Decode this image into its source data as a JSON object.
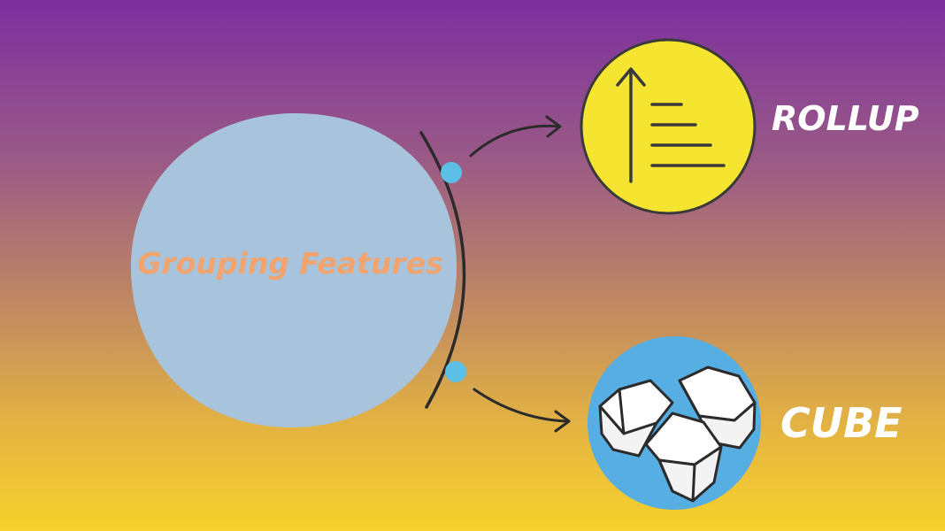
{
  "diagram": {
    "center": {
      "label": "Grouping Features"
    },
    "nodes": [
      {
        "id": "rollup",
        "label": "ROLLUP",
        "icon": "sorted-bars-up-arrow-icon",
        "fill": "#f5e530"
      },
      {
        "id": "cube",
        "label": "CUBE",
        "icon": "cubes-icon",
        "fill": "#56aee3"
      }
    ],
    "colors": {
      "center_fill": "#a8c4dc",
      "center_text": "#f1a46e",
      "connector_dot": "#5bbfe6",
      "line": "#2b2b2b",
      "node_text": "#ffffff"
    }
  }
}
